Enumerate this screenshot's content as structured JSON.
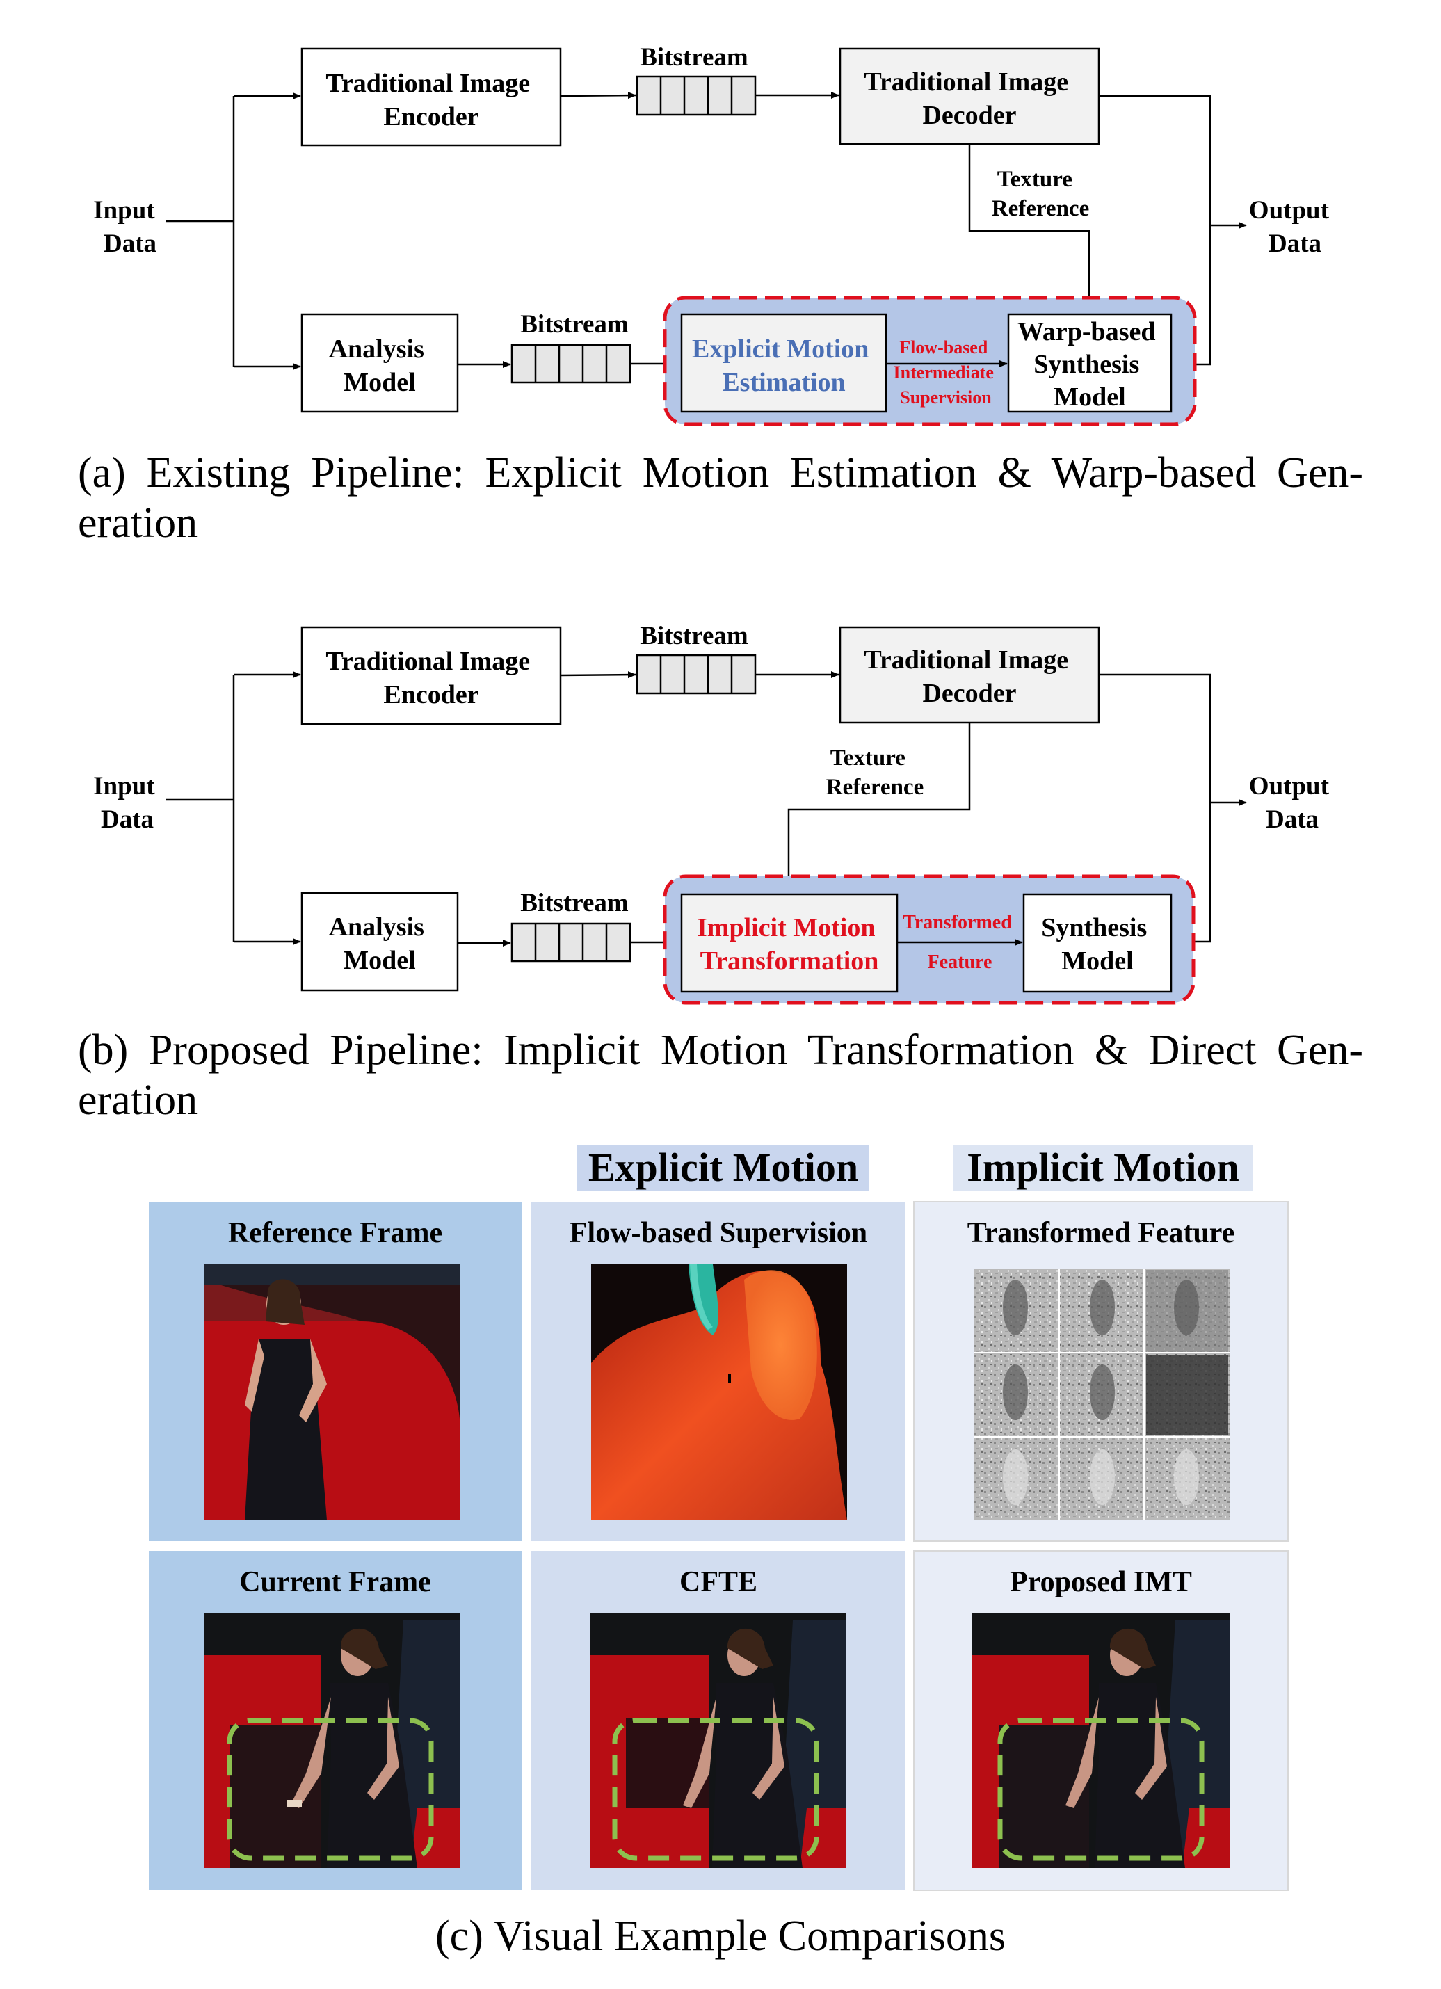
{
  "diagram_a": {
    "input": [
      "Input",
      "Data"
    ],
    "output": [
      "Output",
      "Data"
    ],
    "encoder": [
      "Traditional Image",
      "Encoder"
    ],
    "decoder": [
      "Traditional Image",
      "Decoder"
    ],
    "bitstream_top": "Bitstream",
    "bitstream_bottom": "Bitstream",
    "texture_reference": [
      "Texture",
      "Reference"
    ],
    "analysis_model": [
      "Analysis",
      "Model"
    ],
    "motion_block": [
      "Explicit Motion",
      "Estimation"
    ],
    "intermediate_label": [
      "Flow-based",
      "Intermediate",
      "Supervision"
    ],
    "synthesis_block": [
      "Warp-based",
      "Synthesis",
      "Model"
    ],
    "caption_line1": "(a) Existing Pipeline: Explicit Motion Estimation & Warp-based Gen-",
    "caption_line2": "eration"
  },
  "diagram_b": {
    "input": [
      "Input",
      "Data"
    ],
    "output": [
      "Output",
      "Data"
    ],
    "encoder": [
      "Traditional Image",
      "Encoder"
    ],
    "decoder": [
      "Traditional Image",
      "Decoder"
    ],
    "bitstream_top": "Bitstream",
    "bitstream_bottom": "Bitstream",
    "texture_reference": [
      "Texture",
      "Reference"
    ],
    "analysis_model": [
      "Analysis",
      "Model"
    ],
    "motion_block": [
      "Implicit Motion",
      "Transformation"
    ],
    "intermediate_label": [
      "Transformed",
      "Feature"
    ],
    "synthesis_block": [
      "Synthesis",
      "Model"
    ],
    "caption_line1": "(b) Proposed Pipeline: Implicit Motion Transformation & Direct Gen-",
    "caption_line2": "eration"
  },
  "comparison": {
    "explicit_header": "Explicit Motion",
    "implicit_header": "Implicit Motion",
    "panels": {
      "reference_frame": "Reference Frame",
      "flow_supervision": "Flow-based Supervision",
      "transformed_feature": "Transformed Feature",
      "current_frame": "Current Frame",
      "cfte": "CFTE",
      "proposed_imt": "Proposed IMT"
    },
    "caption": "(c) Visual Example Comparisons"
  },
  "colors": {
    "blue_text": "#4a6fb5",
    "red_text": "#e0101e",
    "highlight_fill": "#b4c6e7",
    "highlight_border": "#e0101e",
    "panel_col1": "#aecbe9",
    "panel_col2": "#d2ddf0",
    "panel_col3": "#e8edf7",
    "box_grey": "#f2f2f2",
    "dash_green": "#8dc04f"
  }
}
